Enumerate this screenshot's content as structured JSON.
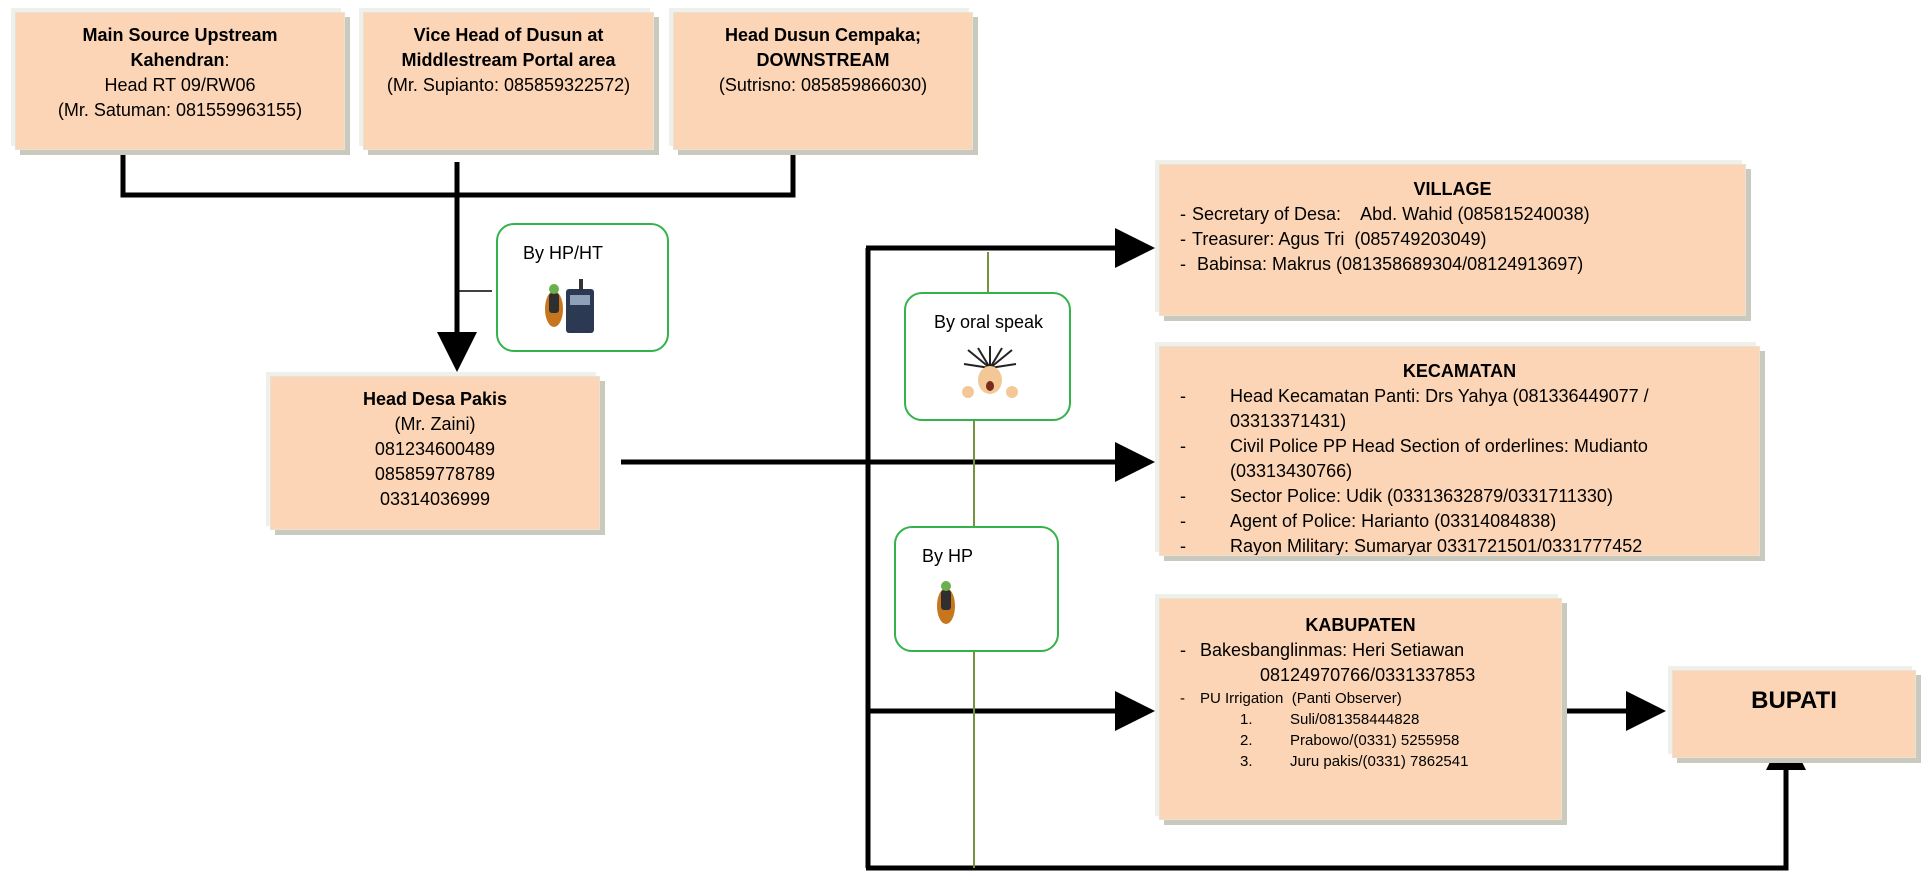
{
  "top_boxes": {
    "upstream": {
      "title1": "Main Source Upstream",
      "title2": "Kahendran",
      "title2_suffix": ":",
      "line1": "Head RT 09/RW06",
      "line2": "(Mr. Satuman: 081559963155)"
    },
    "middle": {
      "title1": "Vice Head of Dusun at",
      "title2": "Middlestream Portal area",
      "line1": "(Mr. Supianto: 085859322572)"
    },
    "downstream": {
      "title1": "Head Dusun Cempaka;",
      "title2": "DOWNSTREAM",
      "line1": "(Sutrisno: 085859866030)"
    }
  },
  "head_desa": {
    "title": "Head Desa Pakis",
    "lines": [
      "(Mr. Zaini)",
      "081234600489",
      "085859778789",
      "03314036999"
    ]
  },
  "labels": {
    "hp_ht": "By HP/HT",
    "oral": "By oral speak",
    "hp": "By  HP"
  },
  "village": {
    "title": "VILLAGE",
    "items": [
      "Secretary of Desa:    Abd. Wahid (085815240038)",
      "Treasurer: Agus Tri  (085749203049)",
      " Babinsa: Makrus (081358689304/08124913697)"
    ]
  },
  "kecamatan": {
    "title": "KECAMATAN",
    "items": [
      "Head Kecamatan Panti:  Drs Yahya (081336449077 / 03313371431)",
      "Civil Police PP Head Section of orderlines: Mudianto (03313430766)",
      "Sector Police: Udik (03313632879/0331711330)",
      "Agent of Police: Harianto (03314084838)",
      "Rayon Military: Sumaryar 0331721501/0331777452"
    ]
  },
  "kabupaten": {
    "title": "KABUPATEN",
    "item1": "Bakesbanglinmas: Heri Setiawan",
    "item1_phone": "08124970766/0331337853",
    "item2": "PU Irrigation  (Panti Observer)",
    "sub_items": [
      {
        "num": "1.",
        "text": "Suli/081358444828"
      },
      {
        "num": "2.",
        "text": "Prabowo/(0331) 5255958"
      },
      {
        "num": "3.",
        "text": "Juru pakis/(0331) 7862541"
      }
    ]
  },
  "bupati": {
    "title": "BUPATI"
  },
  "bullet": "-"
}
